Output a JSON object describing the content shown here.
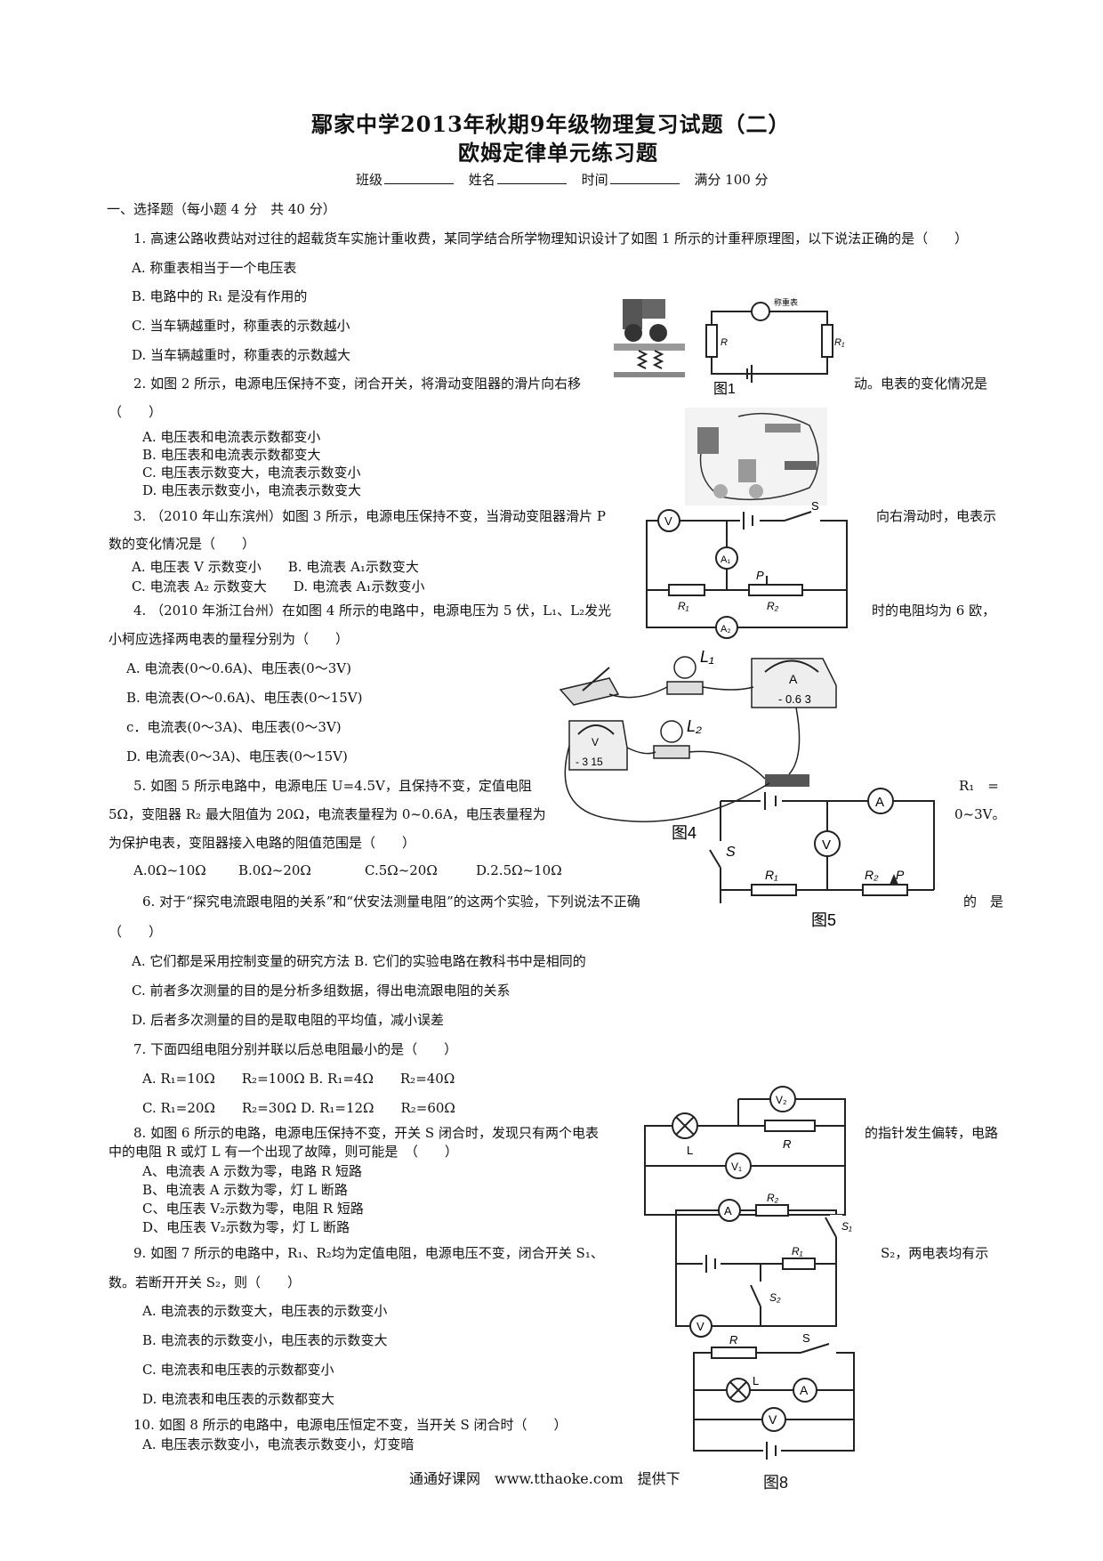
{
  "header": {
    "title": "鄢家中学2013年秋期9年级物理复习试题（二）",
    "subtitle": "欧姆定律单元练习题",
    "class_label": "班级",
    "name_label": "姓名",
    "time_label": "时间",
    "score": "满分 100 分"
  },
  "section1": "一、选择题（每小题 4 分　共 40 分）",
  "q1": {
    "stem": "1.  高速公路收费站对过往的超载货车实施计重收费，某同学结合所学物理知识设计了如图 1 所示的计重秤原理图，以下说法正确的是（　　）",
    "a": "A. 称重表相当于一个电压表",
    "b": "B. 电路中的 R₁ 是没有作用的",
    "c": "C. 当车辆越重时，称重表的示数越小",
    "d": "D.  当车辆越重时，称重表的示数越大"
  },
  "q2": {
    "stem_l": "2.  如图 2 所示，电源电压保持不变，闭合开关，将滑动变阻器的滑片向右移",
    "stem_r": "动。电表的变化情况是",
    "paren": "（　　）",
    "a": "A.  电压表和电流表示数都变小",
    "b": "B.  电压表和电流表示数都变大",
    "c": "C.  电压表示数变大，电流表示数变小",
    "d": "D.  电压表示数变小，电流表示数变大"
  },
  "q3": {
    "stem_l": "3.  （2010 年山东滨州）如图 3 所示，电源电压保持不变，当滑动变阻器滑片 P",
    "stem_r": "向右滑动时，电表示",
    "stem2": "数的变化情况是（　　）",
    "ab": "A. 电压表 V 示数变小　　B. 电流表 A₁示数变大",
    "cd": "C. 电流表 A₂ 示数变大　　D. 电流表 A₁示数变小"
  },
  "q4": {
    "stem_l": "4.  （2010 年浙江台州）在如图 4 所示的电路中，电源电压为 5 伏，L₁、L₂发光",
    "stem_r": "时的电阻均为 6 欧，",
    "stem2": "小柯应选择两电表的量程分别为（　　）",
    "a": "A.  电流表(0～0.6A)、电压表(0～3V)",
    "b": "B.  电流表(O～0.6A)、电压表(0～15V)",
    "c": "c．电流表(0～3A)、电压表(0～3V)",
    "d": "D.  电流表(0～3A)、电压表(0～15V)"
  },
  "q5": {
    "stem_l": "5. 如图 5 所示电路中，电源电压 U=4.5V，且保持不变，定值电阻",
    "stem_r": "R₁　=",
    "stem2_l": "5Ω，变阻器 R₂ 最大阻值为 20Ω，电流表量程为 0~0.6A，电压表量程为",
    "stem2_r": "0~3V。",
    "stem3": "为保护电表，变阻器接入电路的阻值范围是（　　）",
    "a": "A.0Ω~10Ω",
    "b": "B.0Ω~20Ω",
    "c": "C.5Ω~20Ω",
    "d": "D.2.5Ω~10Ω"
  },
  "q6": {
    "stem_l": "6. 对于“探究电流跟电阻的关系”和“伏安法测量电阻”的这两个实验，下列说法不正确",
    "stem_r": "的　是",
    "paren": "（　　）",
    "a": "A. 它们都是采用控制变量的研究方法 B. 它们的实验电路在教科书中是相同的",
    "c": "C. 前者多次测量的目的是分析多组数据，得出电流跟电阻的关系",
    "d": "D. 后者多次测量的目的是取电阻的平均值，减小误差"
  },
  "q7": {
    "stem": "7.  下面四组电阻分别并联以后总电阻最小的是（　　）",
    "ab": "A.  R₁=10Ω　　R₂=100Ω  B.  R₁=4Ω　　R₂=40Ω",
    "cd": "C.  R₁=20Ω　　R₂=30Ω  D.  R₁=12Ω　　R₂=60Ω"
  },
  "q8": {
    "stem_l": "8.  如图 6 所示的电路，电源电压保持不变，开关 S 闭合时，发现只有两个电表",
    "stem_r": "的指针发生偏转，电路",
    "stem2": "中的电阻 R 或灯 L 有一个出现了故障，则可能是　（　　）",
    "a": "A、电流表 A 示数为零，电路 R 短路",
    "b": "B、电流表 A 示数为零，灯 L 断路",
    "c": "C、电压表 V₂示数为零，电阻 R 短路",
    "d": "D、电压表 V₂示数为零，灯 L 断路"
  },
  "q9": {
    "stem_l": "9.  如图 7 所示的电路中，R₁、R₂均为定值电阻，电源电压不变，闭合开关 S₁、",
    "stem_r": "S₂，两电表均有示",
    "stem2": "数。若断开开关 S₂，则（　　）",
    "a": "A.  电流表的示数变大，电压表的示数变小",
    "b": "B.  电流表的示数变小，电压表的示数变大",
    "c": "C.  电流表和电压表的示数都变小",
    "d": "D.  电流表和电压表的示数都变大"
  },
  "q10": {
    "stem": "10.  如图 8 所示的电路中，电源电压恒定不变，当开关 S 闭合时（　　）",
    "a": "A.  电压表示数变小，电流表示数变小，灯变暗"
  },
  "figures": {
    "fig1": "图1",
    "fig1_meter": "称重表",
    "fig4": "图4",
    "fig5": "图5",
    "fig8": "图8",
    "lbl_R": "R",
    "lbl_R1": "R₁",
    "lbl_R2": "R₂",
    "lbl_P": "P",
    "lbl_S": "S",
    "lbl_S1": "S₁",
    "lbl_S2": "S₂",
    "lbl_L": "L",
    "lbl_L1": "L₁",
    "lbl_L2": "L₂",
    "lbl_A": "A",
    "lbl_A1": "A₁",
    "lbl_A2": "A₂",
    "lbl_V": "V",
    "lbl_V1": "V₁",
    "lbl_V2": "V₂",
    "lbl_063": "- 0.6 3",
    "lbl_315": "- 3 15"
  },
  "footer": "通通好课网　www.tthaoke.com　提供下"
}
